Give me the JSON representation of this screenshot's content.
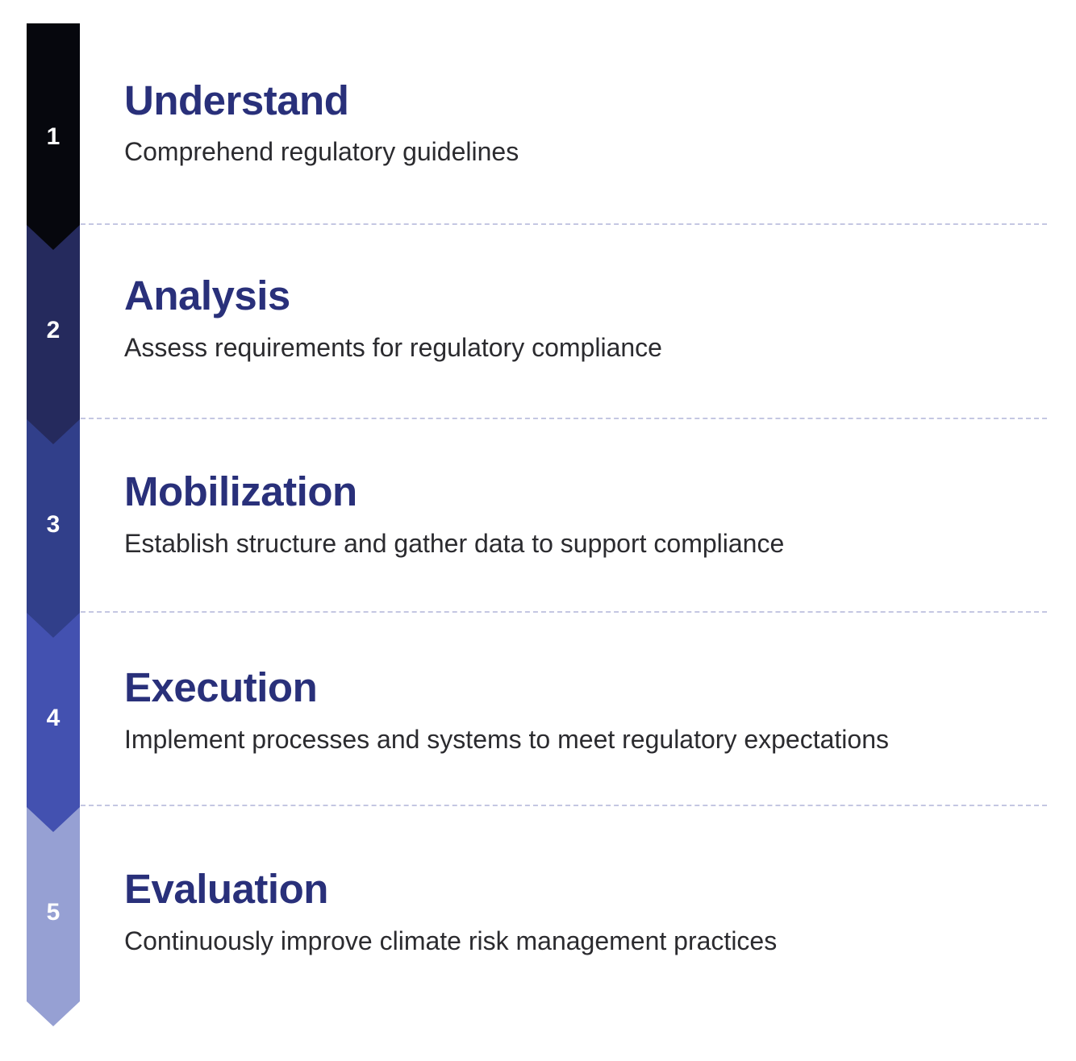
{
  "steps": [
    {
      "number": "1",
      "title": "Understand",
      "description": "Comprehend regulatory guidelines",
      "color": "#06070d"
    },
    {
      "number": "2",
      "title": "Analysis",
      "description": "Assess requirements for regulatory compliance",
      "color": "#252a5d"
    },
    {
      "number": "3",
      "title": "Mobilization",
      "description": "Establish structure and gather data to support compliance",
      "color": "#313f8a"
    },
    {
      "number": "4",
      "title": "Execution",
      "description": "Implement processes and systems to meet regulatory expectations",
      "color": "#4351b0"
    },
    {
      "number": "5",
      "title": "Evaluation",
      "description": "Continuously improve climate risk management practices",
      "color": "#96a0d3"
    }
  ]
}
